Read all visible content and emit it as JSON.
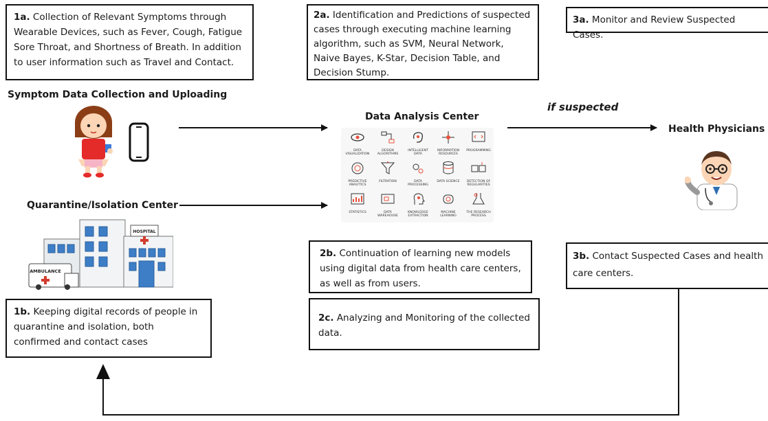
{
  "boxes": {
    "b1a": {
      "label": "1a.",
      "text": " Collection of Relevant Symptoms through Wearable Devices, such as Fever, Cough, Fatigue Sore Throat, and Shortness of Breath. In addition to user information such as Travel and Contact."
    },
    "b2a": {
      "label": "2a.",
      "text": " Identification and Predictions of suspected cases through executing machine learning algorithm, such as SVM, Neural Network, Naive Bayes, K-Star, Decision Table, and Decision Stump."
    },
    "b3a": {
      "label": "3a.",
      "text": " Monitor and Review Suspected Cases."
    },
    "b2b": {
      "label": "2b.",
      "text": " Continuation of learning new models using digital data from health care centers, as well as from users."
    },
    "b3b": {
      "label": "3b.",
      "text": " Contact Suspected Cases and health care centers."
    },
    "b1b": {
      "label": "1b.",
      "text": " Keeping digital records of people in quarantine and isolation, both confirmed and contact cases"
    },
    "b2c": {
      "label": "2c.",
      "text": " Analyzing and Monitoring of the collected data."
    }
  },
  "headings": {
    "symptom": "Symptom Data Collection and Uploading",
    "dac": "Data Analysis Center",
    "if_suspected": "if suspected",
    "physicians": "Health Physicians",
    "quarantine": "Quarantine/Isolation Center"
  },
  "hospital": {
    "sign": "HOSPITAL",
    "ambulance": "AMBULANCE"
  },
  "dac_icons": [
    {
      "icon": "eye-icon",
      "label": "DATA VISUALIZATION"
    },
    {
      "icon": "flowchart-icon",
      "label": "DESIGN ALGORITHMS"
    },
    {
      "icon": "brain-icon",
      "label": "INTELLIGENT DATA"
    },
    {
      "icon": "network-icon",
      "label": "INFORMATION RESOURCES"
    },
    {
      "icon": "code-icon",
      "label": "PROGRAMMING"
    },
    {
      "icon": "target-icon",
      "label": "PREDICTIVE ANALYTICS"
    },
    {
      "icon": "funnel-icon",
      "label": "FILTRATION"
    },
    {
      "icon": "gears-icon",
      "label": "DATA PROCESSING"
    },
    {
      "icon": "database-icon",
      "label": "DATA SCIENCE"
    },
    {
      "icon": "gauge-icon",
      "label": "DETECTION OF REGULARITIES"
    },
    {
      "icon": "chart-icon",
      "label": "STATISTICS"
    },
    {
      "icon": "warehouse-icon",
      "label": "DATA WAREHOUSE"
    },
    {
      "icon": "head-icon",
      "label": "KNOWLEDGE EXTRACTION"
    },
    {
      "icon": "robot-icon",
      "label": "MACHINE LEARNING"
    },
    {
      "icon": "flask-icon",
      "label": "THE RESEARCH PROCESS"
    }
  ],
  "colors": {
    "accent": "#e8503a",
    "outline": "#333333",
    "line": "#111111"
  }
}
